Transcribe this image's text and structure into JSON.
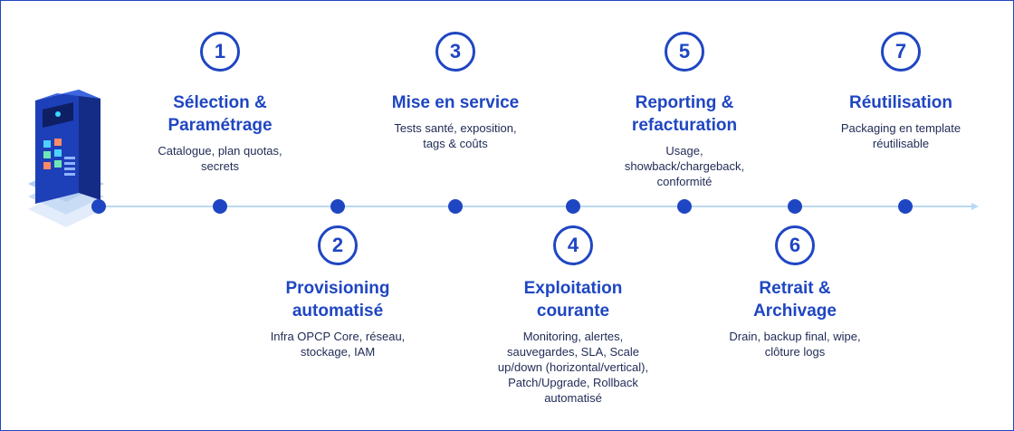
{
  "colors": {
    "accent": "#1f46c2",
    "line": "#b9d9f2",
    "text": "#1f2a55",
    "server_body": "#1d3fb8",
    "server_base": "#c9dcf5"
  },
  "icons": [
    "server-icon"
  ],
  "steps": [
    {
      "number": "1",
      "title_l1": "Sélection &",
      "title_l2": "Paramétrage",
      "desc": [
        "Catalogue, plan quotas,",
        "secrets"
      ]
    },
    {
      "number": "2",
      "title_l1": "Provisioning",
      "title_l2": "automatisé",
      "desc": [
        "Infra OPCP Core, réseau,",
        "stockage, IAM"
      ]
    },
    {
      "number": "3",
      "title_l1": "Mise en service",
      "title_l2": "",
      "desc": [
        "Tests santé, exposition,",
        "tags & coûts"
      ]
    },
    {
      "number": "4",
      "title_l1": "Exploitation",
      "title_l2": "courante",
      "desc": [
        "Monitoring, alertes,",
        "sauvegardes, SLA, Scale",
        "up/down (horizontal/vertical),",
        "Patch/Upgrade, Rollback",
        "automatisé"
      ]
    },
    {
      "number": "5",
      "title_l1": "Reporting &",
      "title_l2": "refacturation",
      "desc": [
        "Usage,",
        "showback/chargeback,",
        "conformité"
      ]
    },
    {
      "number": "6",
      "title_l1": "Retrait &",
      "title_l2": "Archivage",
      "desc": [
        "Drain, backup final, wipe,",
        "clôture logs"
      ]
    },
    {
      "number": "7",
      "title_l1": "Réutilisation",
      "title_l2": "",
      "desc": [
        "Packaging en template",
        "réutilisable"
      ]
    }
  ]
}
